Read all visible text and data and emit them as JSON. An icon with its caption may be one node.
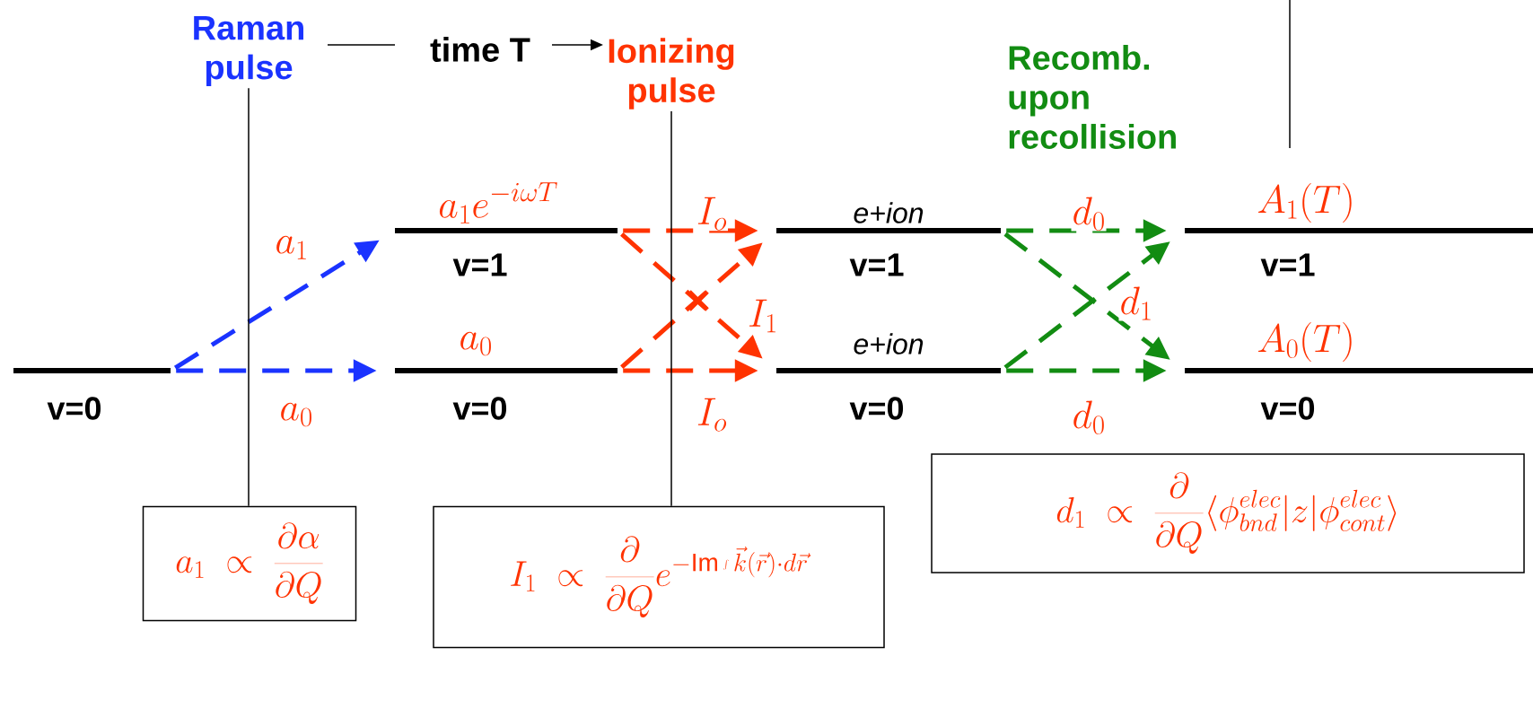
{
  "diagram": {
    "nodes": [
      {
        "text": [
          "v=0"
        ]
      },
      {
        "text": [
          "a_1 e^{-i\\omega T}",
          "v=1"
        ]
      },
      {
        "text": [
          "a_0",
          "v=0"
        ]
      },
      {
        "text": [
          "e+ion",
          "v=1"
        ]
      },
      {
        "text": [
          "e+ion",
          "v=0"
        ]
      },
      {
        "text": [
          "A_1(T)",
          "v=1"
        ]
      },
      {
        "text": [
          "A_0(T)",
          "v=0"
        ]
      },
      {
        "text": [
          "Raman pulse"
        ]
      },
      {
        "text": [
          "a_1 \\;\\propto\\; \\frac{\\partial\\alpha}{\\partial Q}"
        ]
      },
      {
        "text": [
          "Ionizing pulse"
        ]
      },
      {
        "text": [
          "I_1 \\;\\propto\\; \\frac{\\partial}{\\partial Q}e^{-\\mathrm{Im}\\int\\vec{k}(\\vec{r})\\cdot d\\vec{r}}"
        ]
      },
      {
        "text": [
          "d_1 \\;\\propto\\; \\frac{\\partial}{\\partial Q}\\big\\langle\\phi^{elec}_{bnd}|z|\\phi^{elec}_{cont}\\big\\rangle"
        ]
      }
    ],
    "edges": [
      {
        "from": 0,
        "to": 1,
        "arrow": "to",
        "label": "a_1",
        "style": "dashed",
        "color": "#1a33ff"
      },
      {
        "from": 0,
        "to": 2,
        "arrow": "to",
        "label": "a_0",
        "style": "dashed",
        "color": "#1a33ff"
      },
      {
        "from": 1,
        "to": 3,
        "arrow": "to",
        "label": "I_o",
        "style": "dashed",
        "color": "#ff3300"
      },
      {
        "from": 1,
        "to": 4,
        "arrow": "to",
        "label": "I_1",
        "style": "dashed",
        "color": "#ff3300"
      },
      {
        "from": 2,
        "to": 3,
        "arrow": "to",
        "style": "dashed",
        "color": "#ff3300"
      },
      {
        "from": 2,
        "to": 4,
        "arrow": "to",
        "label": "I_o",
        "style": "dashed",
        "color": "#ff3300"
      },
      {
        "from": 3,
        "to": 5,
        "arrow": "to",
        "label": "d_0",
        "style": "dashed",
        "color": "#128c12"
      },
      {
        "from": 3,
        "to": 6,
        "arrow": "to",
        "label": "d_1",
        "style": "dashed",
        "color": "#128c12"
      },
      {
        "from": 4,
        "to": 5,
        "arrow": "to",
        "style": "dashed",
        "color": "#128c12"
      },
      {
        "from": 4,
        "to": 6,
        "arrow": "to",
        "label": "d_0",
        "style": "dashed",
        "color": "#128c12"
      },
      {
        "from": 7,
        "to": 8,
        "arrow": "none",
        "color": "#000000"
      },
      {
        "from": 9,
        "to": 10,
        "arrow": "none",
        "color": "#000000"
      }
    ],
    "labels": [
      "time T",
      "Recomb. upon recollision"
    ]
  }
}
